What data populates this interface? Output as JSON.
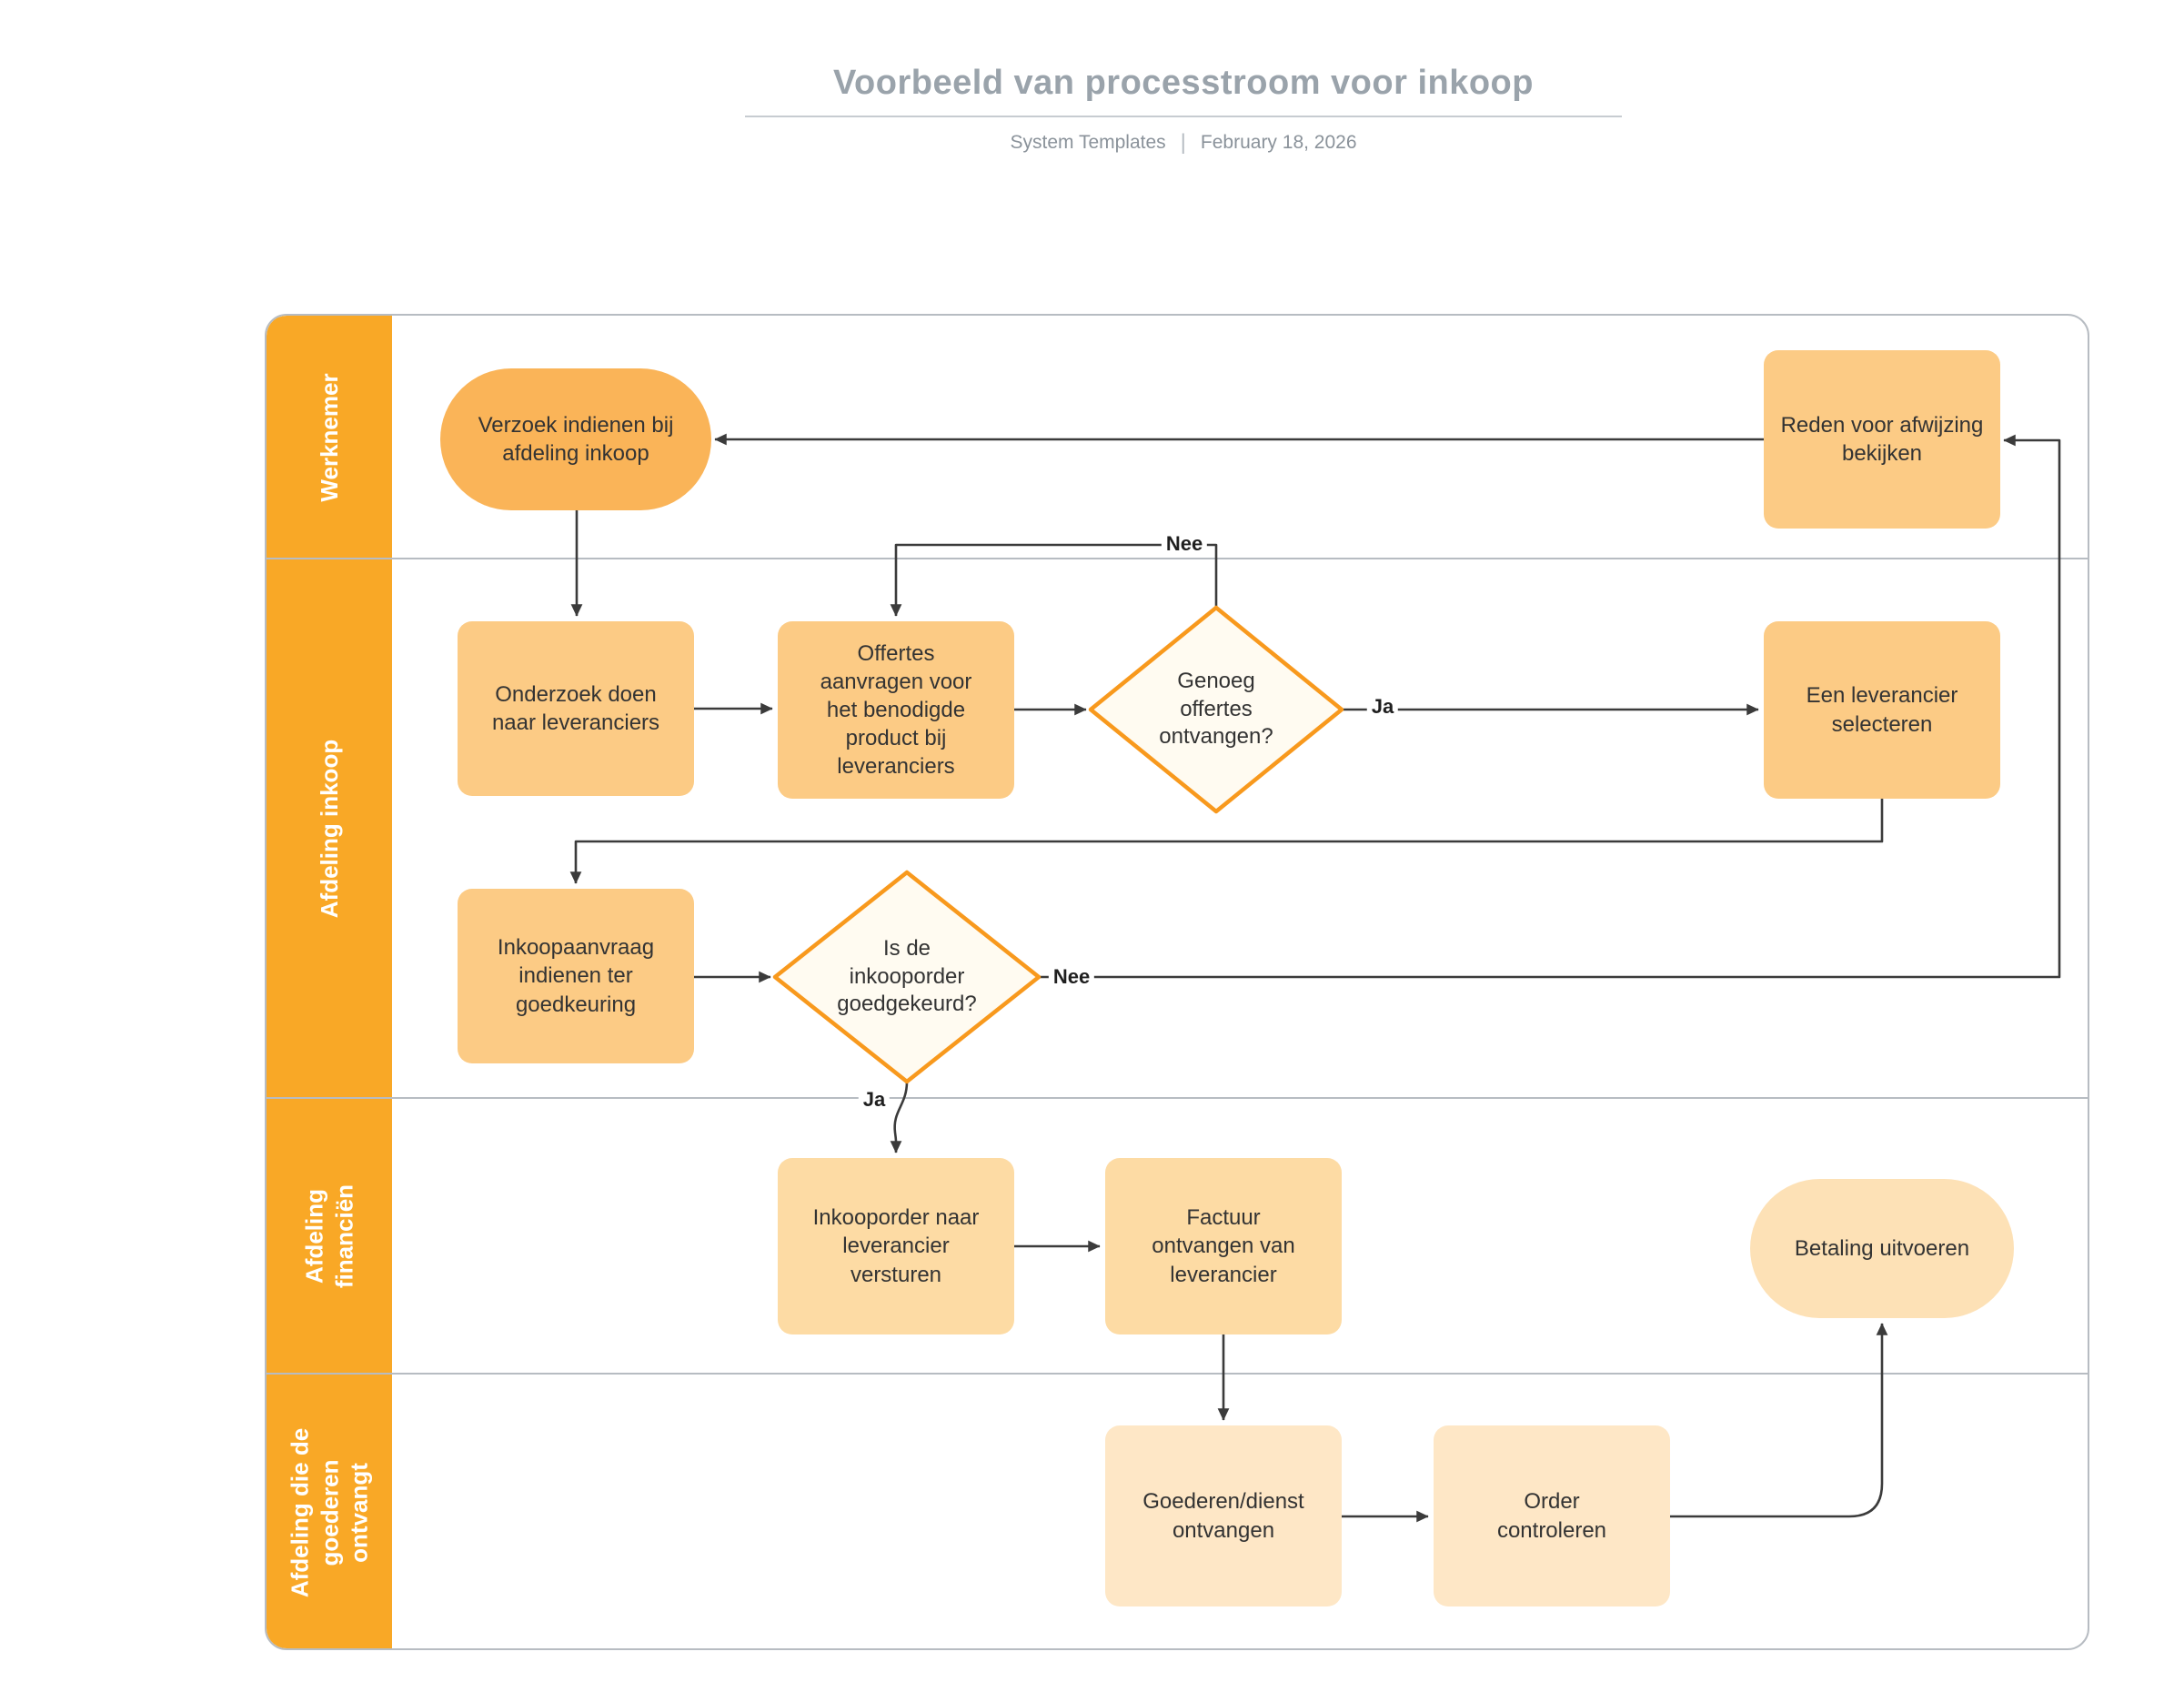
{
  "header": {
    "title": "Voorbeeld van processtroom voor inkoop",
    "source": "System Templates",
    "separator": "|",
    "date": "February 18, 2026"
  },
  "lanes": [
    {
      "label": "Werknemer"
    },
    {
      "label": "Afdeling inkoop"
    },
    {
      "label": "Afdeling financiën"
    },
    {
      "label": "Afdeling die de goederen ontvangt"
    }
  ],
  "nodes": {
    "verzoek": {
      "label": "Verzoek indienen bij afdeling inkoop"
    },
    "reden": {
      "label": "Reden voor afwijzing bekijken"
    },
    "onderzoek": {
      "label": "Onderzoek doen naar leveranciers"
    },
    "offertes": {
      "label": "Offertes aanvragen voor het benodigde product bij leveranciers"
    },
    "genoeg_offertes": {
      "label": "Genoeg offertes ontvangen?"
    },
    "leverancier_selecteren": {
      "label": "Een leverancier selecteren"
    },
    "inkoopaanvraag": {
      "label": "Inkoopaanvraag indienen ter goedkeuring"
    },
    "goedgekeurd": {
      "label": "Is de inkooporder goedgekeurd?"
    },
    "inkooporder_versturen": {
      "label": "Inkooporder naar leverancier versturen"
    },
    "factuur": {
      "label": "Factuur ontvangen van leverancier"
    },
    "betaling": {
      "label": "Betaling uitvoeren"
    },
    "goederen": {
      "label": "Goederen/dienst ontvangen"
    },
    "order_controleren": {
      "label": "Order controleren"
    }
  },
  "edge_labels": {
    "nee_offertes": "Nee",
    "ja_offertes": "Ja",
    "nee_goedgekeurd": "Nee",
    "ja_goedgekeurd": "Ja"
  },
  "colors": {
    "lane_bar": "#F9A826",
    "node_dark": "#FAB458",
    "node_medium": "#FCCB85",
    "node_light": "#FDDBA4",
    "node_betaling": "#FDE1B6",
    "node_lighter": "#FEE7C6",
    "decision_border": "#F8991D",
    "decision_fill": "#FFFBF1",
    "edge": "#3B3B3B",
    "frame_border": "#B7BCC2",
    "title_text": "#9AA3AB"
  }
}
